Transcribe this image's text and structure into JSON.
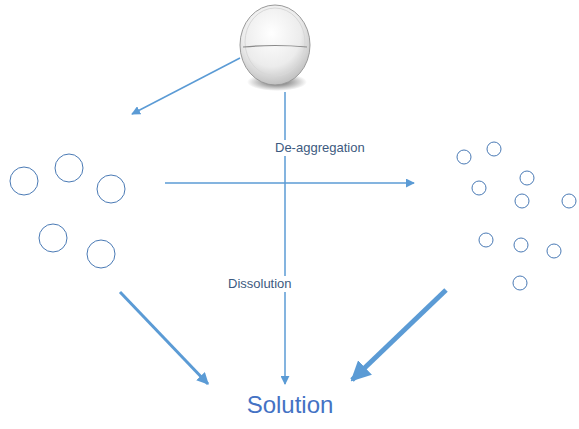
{
  "diagram": {
    "labels": [
      "De-aggregation",
      "Dissolution",
      "Solution"
    ]
  }
}
